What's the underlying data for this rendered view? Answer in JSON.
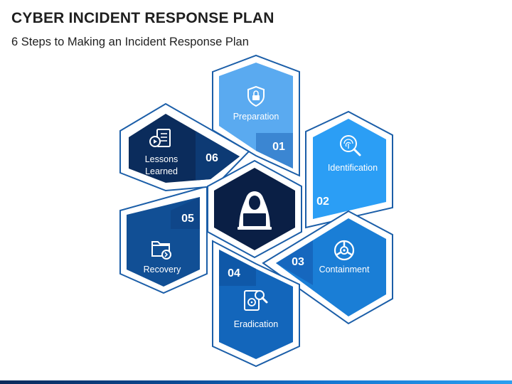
{
  "title": "CYBER INCIDENT RESPONSE PLAN",
  "subtitle": "6 Steps to Making an Incident Response Plan",
  "steps": [
    {
      "number": "01",
      "label": "Preparation",
      "icon": "shield-lock-icon"
    },
    {
      "number": "02",
      "label": "Identification",
      "icon": "fingerprint-search-icon"
    },
    {
      "number": "03",
      "label": "Containment",
      "icon": "containment-symbol-icon"
    },
    {
      "number": "04",
      "label": "Eradication",
      "icon": "hard-drive-search-icon"
    },
    {
      "number": "05",
      "label": "Recovery",
      "icon": "folder-restore-icon"
    },
    {
      "number": "06",
      "label_line1": "Lessons",
      "label_line2": "Learned",
      "icon": "document-play-icon"
    }
  ],
  "center": {
    "icon": "hooded-hacker-icon"
  },
  "colors": {
    "preparation": "#5aaaf0",
    "identification": "#2b9ef5",
    "containment": "#1a7ed6",
    "eradication": "#1366bb",
    "recovery": "#114f95",
    "lessons": "#0b2c5c",
    "center": "#0a1f45",
    "outline": "#1b5ea8"
  }
}
